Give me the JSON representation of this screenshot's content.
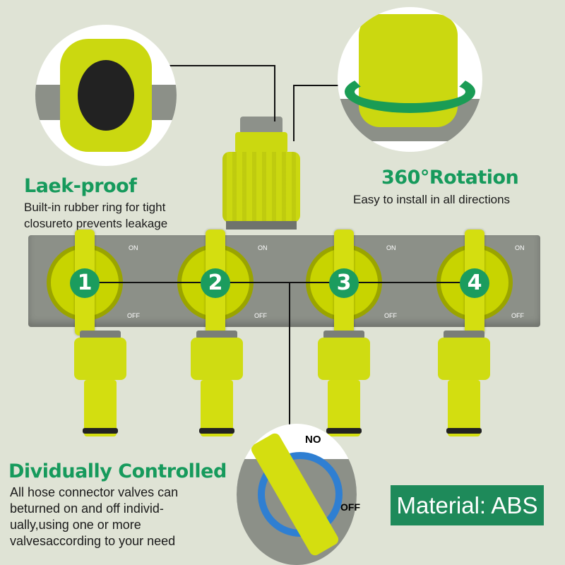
{
  "features": {
    "leak_proof": {
      "title": "Laek-proof",
      "lines": [
        "Built-in rubber ring for tight",
        "closureto prevents leakage"
      ]
    },
    "rotation": {
      "title": "360°Rotation",
      "subtitle": "Easy to install in all directions"
    },
    "controlled": {
      "title": "Dividually Controlled",
      "lines": [
        "All hose connector valves can",
        "beturned on and off individ-",
        "ually,using one or more",
        "valvesaccording to your need"
      ]
    }
  },
  "material": "Material: ABS",
  "valves": [
    {
      "number": "1",
      "on": "ON",
      "off": "OFF"
    },
    {
      "number": "2",
      "on": "ON",
      "off": "OFF"
    },
    {
      "number": "3",
      "on": "ON",
      "off": "OFF"
    },
    {
      "number": "4",
      "on": "ON",
      "off": "OFF"
    }
  ],
  "inset_labels": {
    "on": "NO",
    "off": "OFF"
  },
  "colors": {
    "accent_green": "#169a5c",
    "product_yellow": "#c8d400",
    "body_gray": "#8c9088"
  }
}
